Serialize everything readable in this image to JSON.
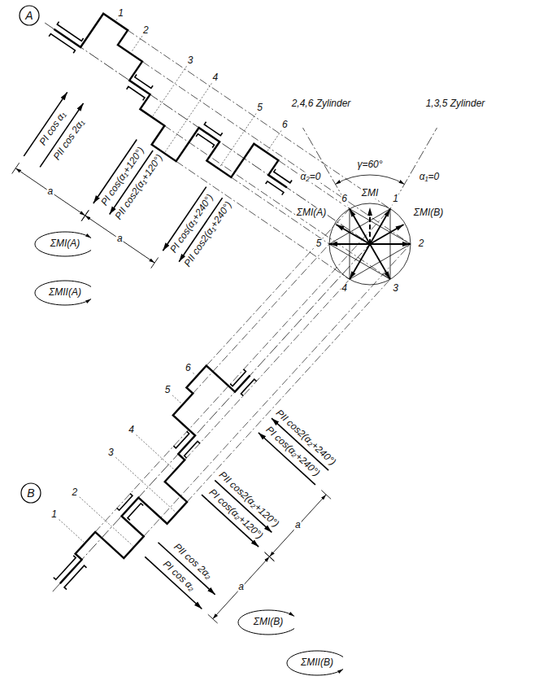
{
  "diagram": {
    "nodes": [
      {
        "text": [
          "A"
        ]
      },
      {
        "text": [
          "B"
        ]
      }
    ],
    "labels": [
      "1",
      "2",
      "3",
      "4",
      "5",
      "6",
      "a",
      "a",
      "PI cos α₁",
      "PII cos 2α₁",
      "PI cos(α₁+120°)",
      "PII cos2(α₁+120°)",
      "PI cos(α₁+240°)",
      "PII cos2(α₁+240°)",
      "ΣMI(A)",
      "ΣMII(A)",
      "2,4,6 Zylinder",
      "1,3,5 Zylinder",
      "α₂=0",
      "α₁=0",
      "γ=60°",
      "ΣMI",
      "ΣMI(A)",
      "ΣMI(B)",
      "1",
      "2",
      "3",
      "4",
      "5",
      "6",
      "1",
      "2",
      "3",
      "4",
      "5",
      "6",
      "a",
      "a",
      "PI cos α₂",
      "PII cos 2α₂",
      "PI cos(α₂+120°)",
      "PII cos2(α₂+120°)",
      "PI cos(α₂+240°)",
      "PII cos2(α₂+240°)",
      "ΣMI(B)",
      "ΣMII(B)"
    ]
  }
}
